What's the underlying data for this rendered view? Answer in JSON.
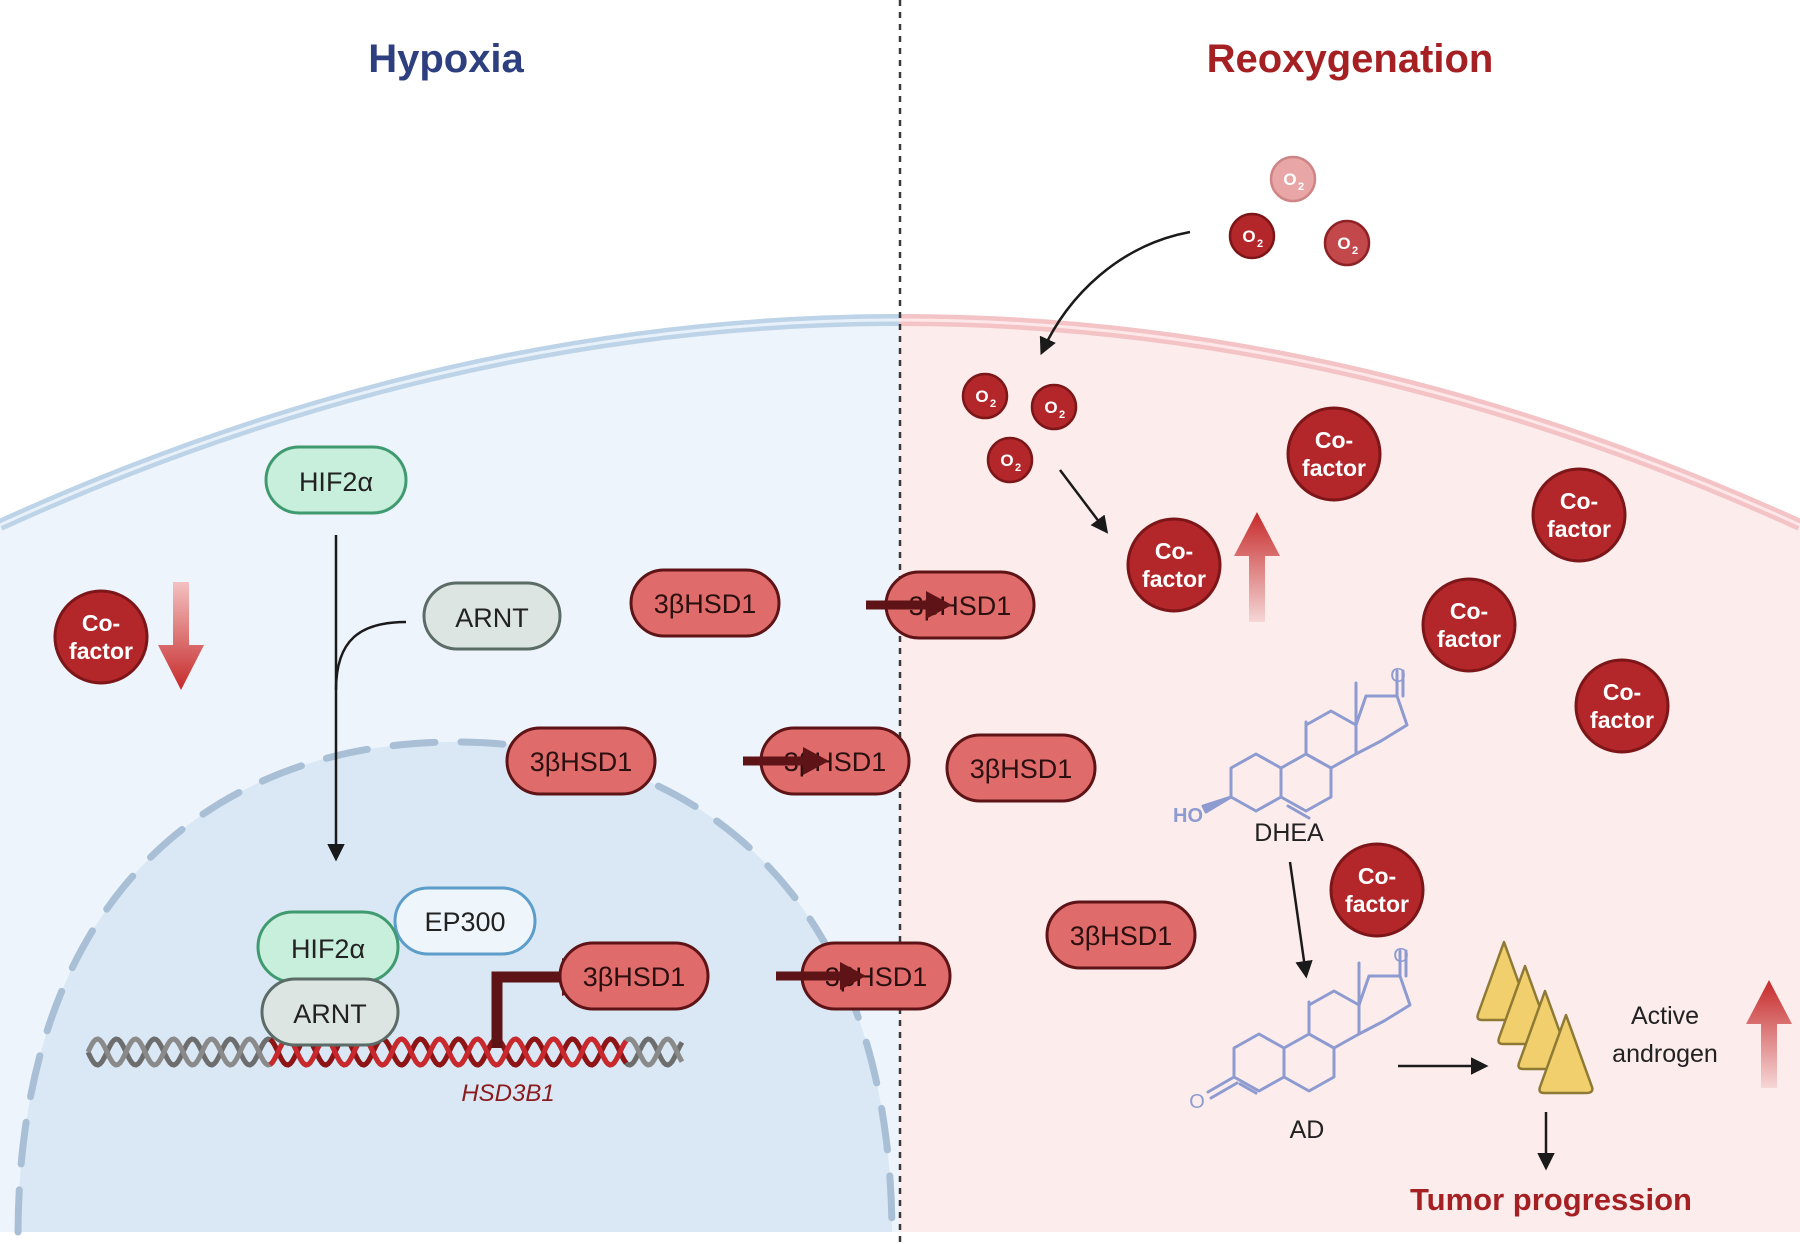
{
  "titles": {
    "left": "Hypoxia",
    "right": "Reoxygenation"
  },
  "proteins": {
    "hif2a": "HIF2α",
    "arnt": "ARNT",
    "ep300": "EP300",
    "hsd": "3βHSD1"
  },
  "cofactor": {
    "line1": "Co-",
    "line2": "factor"
  },
  "oxygen": {
    "symbol": "O",
    "subscript": "2"
  },
  "gene": "HSD3B1",
  "molecules": {
    "dhea": "DHEA",
    "ad": "AD",
    "ho": "HO",
    "o": "O"
  },
  "androgen": {
    "line1": "Active",
    "line2": "androgen"
  },
  "outcome": "Tumor progression",
  "colors": {
    "hypoxia_title": "#2e3f7f",
    "reoxygenation_title": "#a52023",
    "protein_red": "#e06b6b",
    "cofactor_red": "#b3272b",
    "green_pill": "#c8eedc",
    "gray_pill": "#dde5e3"
  }
}
